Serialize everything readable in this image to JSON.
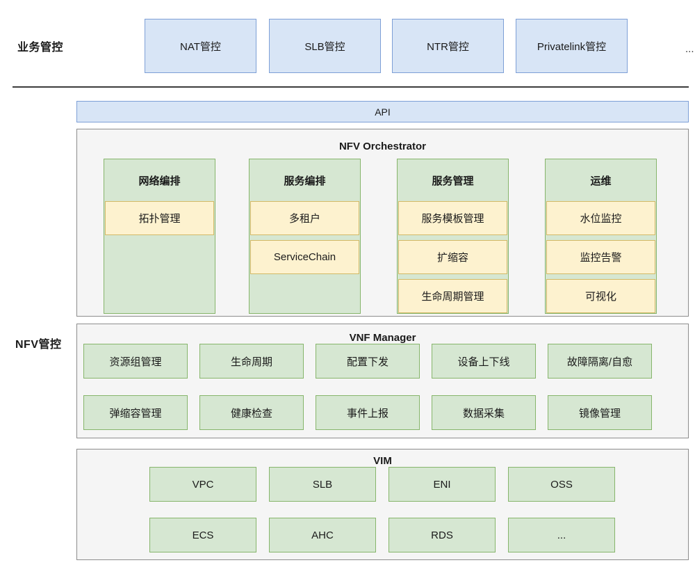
{
  "business": {
    "label": "业务管控",
    "boxes": [
      "NAT管控",
      "SLB管控",
      "NTR管控",
      "Privatelink管控"
    ],
    "more": "..."
  },
  "api": {
    "label": "API"
  },
  "orchestrator": {
    "title": "NFV Orchestrator",
    "columns": [
      {
        "header": "网络编排",
        "items": [
          "拓扑管理"
        ]
      },
      {
        "header": "服务编排",
        "items": [
          "多租户",
          "ServiceChain"
        ]
      },
      {
        "header": "服务管理",
        "items": [
          "服务模板管理",
          "扩缩容",
          "生命周期管理"
        ]
      },
      {
        "header": "运维",
        "items": [
          "水位监控",
          "监控告警",
          "可视化"
        ]
      }
    ]
  },
  "nfv": {
    "label": "NFV管控"
  },
  "vnf_manager": {
    "title": "VNF Manager",
    "rows": [
      [
        "资源组管理",
        "生命周期",
        "配置下发",
        "设备上下线",
        "故障隔离/自愈"
      ],
      [
        "弹缩容管理",
        "健康检查",
        "事件上报",
        "数据采集",
        "镜像管理"
      ]
    ]
  },
  "vim": {
    "title": "VIM",
    "rows": [
      [
        "VPC",
        "SLB",
        "ENI",
        "OSS"
      ],
      [
        "ECS",
        "AHC",
        "RDS",
        "..."
      ]
    ]
  },
  "colors": {
    "blue_fill": "#d8e5f6",
    "blue_border": "#7d9fd6",
    "green_fill": "#d6e7d2",
    "green_border": "#86b56b",
    "yellow_fill": "#fdf2cf",
    "yellow_border": "#d2b965",
    "panel_fill": "#f5f5f5",
    "panel_border": "#8c8c8c",
    "divider": "#3c3c3c",
    "text": "#1a1a1a"
  }
}
